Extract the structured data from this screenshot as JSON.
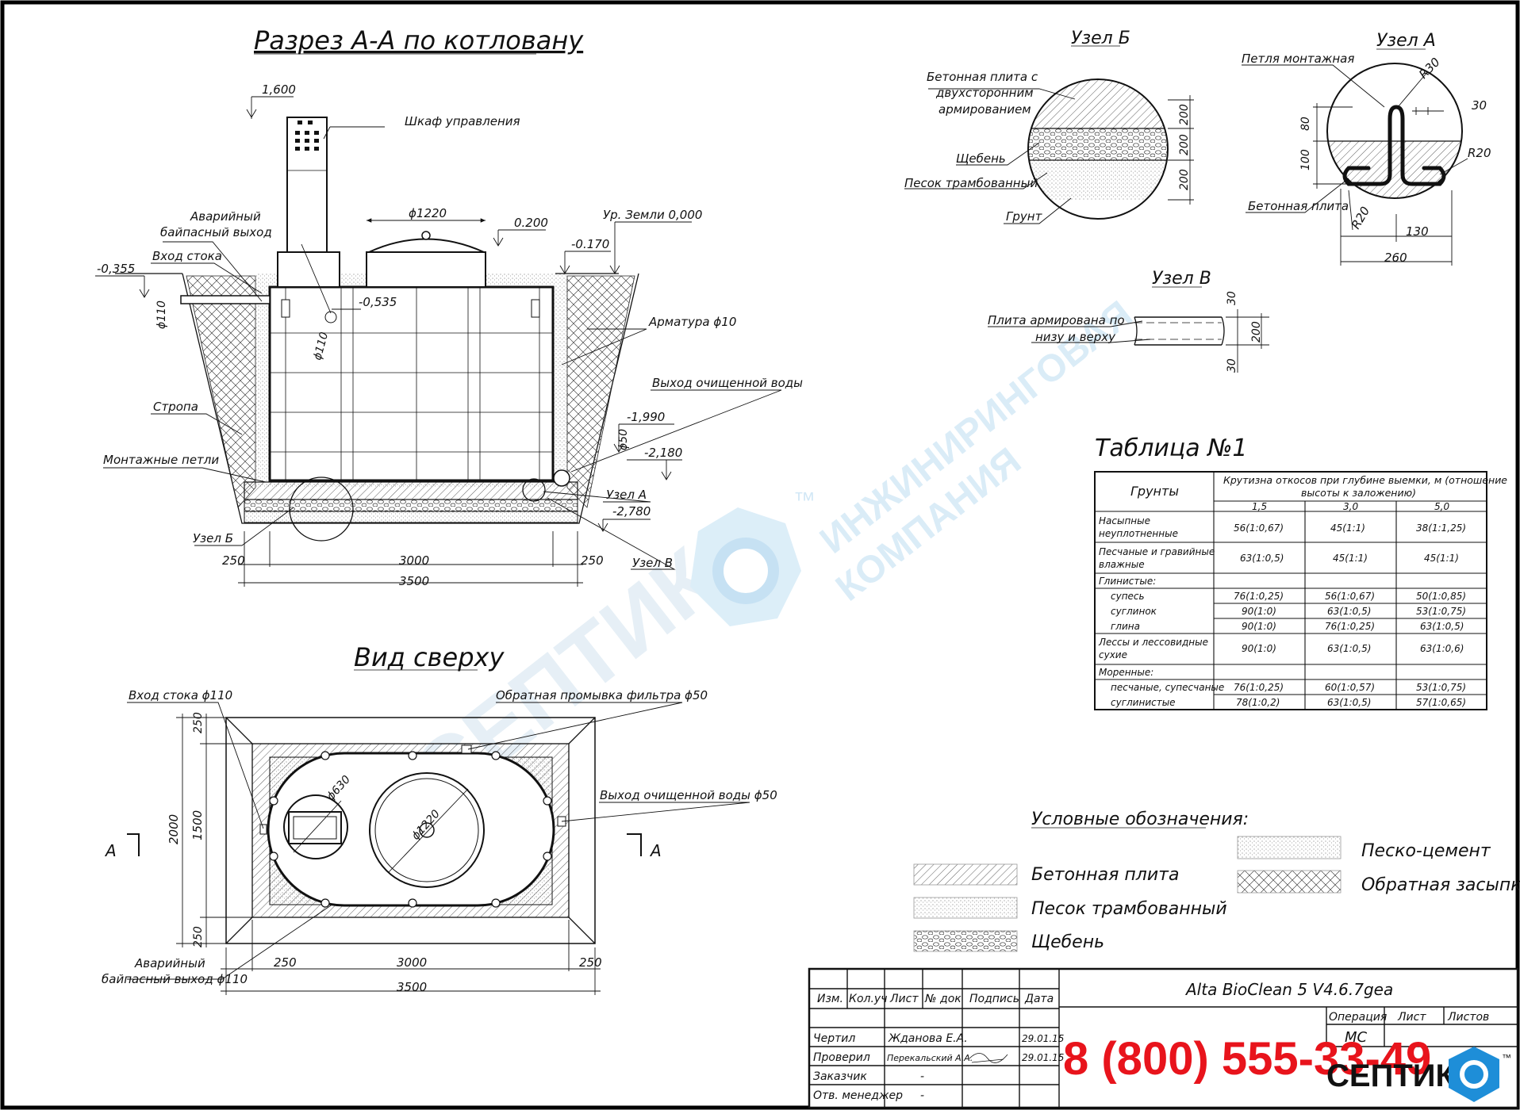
{
  "section_aa": {
    "title": "Разрез А-А по котловану",
    "levels": {
      "cabinet_top": "1,600",
      "lid": "0.200",
      "ground": "Ур. Земли 0,000",
      "inlet_level": "-0,355",
      "pit_top": "-0.170",
      "bypass_level": "-0,535",
      "outlet_level": "-1,990",
      "bottom": "-2,180",
      "pit_bottom": "-2,780"
    },
    "labels": {
      "cabinet": "Шкаф управления",
      "bypass_line1": "Аварийный",
      "bypass_line2": "байпасный выход",
      "inlet": "Вход стока",
      "diam_lid": "ϕ1220",
      "rebar": "Арматура ϕ10",
      "outlet": "Выход очищенной воды",
      "sling": "Стропа",
      "loops": "Монтажные петли",
      "node_a": "Узел А",
      "node_b": "Узел Б",
      "node_v": "Узел В",
      "pipe_110": "ϕ110",
      "pipe_110b": "ϕ110",
      "pipe_50": "ϕ50"
    },
    "dims": {
      "left": "250",
      "middle": "3000",
      "right": "250",
      "total": "3500"
    }
  },
  "top_view": {
    "title": "Вид сверху",
    "labels": {
      "inlet": "Вход стока ϕ110",
      "backwash": "Обратная промывка фильтра ϕ50",
      "outlet": "Выход очищенной воды ϕ50",
      "bypass_line1": "Аварийный",
      "bypass_line2": "байпасный выход ϕ110",
      "d630": "ϕ630",
      "d1220": "ϕ1220",
      "cut_left": "А",
      "cut_right": "А"
    },
    "dims": {
      "v_total": "2000",
      "v_mid": "1500",
      "v_top": "250",
      "v_bot": "250",
      "h_left": "250",
      "h_mid": "3000",
      "h_right": "250",
      "h_total": "3500"
    }
  },
  "node_b": {
    "title": "Узел Б",
    "labels": {
      "slab_1": "Бетонная плита с",
      "slab_2": "двухсторонним",
      "slab_3": "армированием",
      "gravel": "Щебень",
      "sand": "Песок трамбованный",
      "soil": "Грунт"
    },
    "dims": [
      "200",
      "200",
      "200"
    ]
  },
  "node_a": {
    "title": "Узел А",
    "labels": {
      "loop": "Петля монтажная",
      "slab": "Бетонная плита",
      "r30": "R30",
      "r20a": "R20",
      "r20b": "R20"
    },
    "dims": {
      "d30": "30",
      "d80": "80",
      "d100": "100",
      "d130": "130",
      "d260": "260"
    }
  },
  "node_v": {
    "title": "Узел В",
    "labels": {
      "line1": "Плита армирована по",
      "line2": "низу и верху"
    },
    "dims": {
      "top": "30",
      "mid": "200",
      "bot": "30"
    }
  },
  "table1": {
    "title": "Таблица №1",
    "head_soil": "Грунты",
    "head_slope_1": "Крутизна откосов при глубине выемки, м (отношение",
    "head_slope_2": "высоты к заложению)",
    "depths": [
      "1,5",
      "3,0",
      "5,0"
    ],
    "rows": [
      {
        "name": [
          "Насыпные",
          "неуплотненные"
        ],
        "vals": [
          "56(1:0,67)",
          "45(1:1)",
          "38(1:1,25)"
        ]
      },
      {
        "name": [
          "Песчаные и гравийные",
          "влажные"
        ],
        "vals": [
          "63(1:0,5)",
          "45(1:1)",
          "45(1:1)"
        ]
      },
      {
        "name": [
          "Глинистые:"
        ],
        "vals": [
          "",
          "",
          ""
        ]
      },
      {
        "name": [
          "супесь"
        ],
        "vals": [
          "76(1:0,25)",
          "56(1:0,67)",
          "50(1:0,85)"
        ],
        "indent": true
      },
      {
        "name": [
          "суглинок"
        ],
        "vals": [
          "90(1:0)",
          "63(1:0,5)",
          "53(1:0,75)"
        ],
        "indent": true
      },
      {
        "name": [
          "глина"
        ],
        "vals": [
          "90(1:0)",
          "76(1:0,25)",
          "63(1:0,5)"
        ],
        "indent": true
      },
      {
        "name": [
          "Лессы и лессовидные",
          "сухие"
        ],
        "vals": [
          "90(1:0)",
          "63(1:0,5)",
          "63(1:0,6)"
        ]
      },
      {
        "name": [
          "Моренные:"
        ],
        "vals": [
          "",
          "",
          ""
        ]
      },
      {
        "name": [
          "песчаные, супесчаные"
        ],
        "vals": [
          "76(1:0,25)",
          "60(1:0,57)",
          "53(1:0,75)"
        ],
        "indent": true
      },
      {
        "name": [
          "суглинистые"
        ],
        "vals": [
          "78(1:0,2)",
          "63(1:0,5)",
          "57(1:0,65)"
        ],
        "indent": true
      }
    ]
  },
  "legend": {
    "title": "Условные обозначения:",
    "items": [
      "Бетонная плита",
      "Песок трамбованный",
      "Щебень",
      "Песко-цемент",
      "Обратная засыпка"
    ]
  },
  "stamp": {
    "product": "Alta BioClean 5 V4.6.7gea",
    "phone": "8 (800) 555-33-49",
    "cols": [
      "Изм.",
      "Кол.уч",
      "Лист",
      "№ док",
      "Подпись",
      "Дата"
    ],
    "roles": [
      "Чертил",
      "Проверил",
      "Заказчик",
      "Отв. менеджер"
    ],
    "names": [
      "Жданова Е.А.",
      "Перекальский А.А.",
      "-",
      "-"
    ],
    "dates": [
      "29.01.15",
      "29.01.15"
    ],
    "op_head": [
      "Операция",
      "Лист",
      "Листов"
    ],
    "op_val": "МС",
    "logo": "СЕПТИК",
    "tm": "™"
  },
  "watermark": {
    "line1": "ИНЖИНИРИНГОВАЯ",
    "line2": "КОМПАНИЯ",
    "brand": "СЕПТИК",
    "tm": "™"
  },
  "colors": {
    "red": "#e8141c",
    "blue": "#1e8ed8",
    "watermark": "#cfe6f5"
  }
}
